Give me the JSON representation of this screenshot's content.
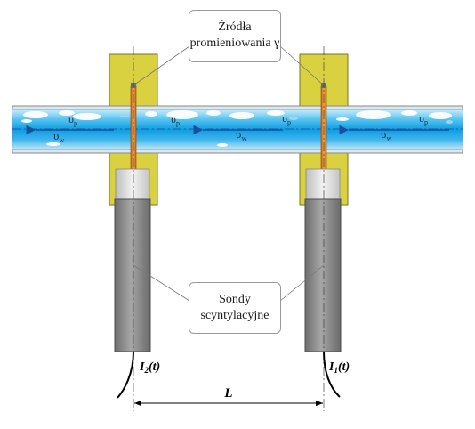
{
  "callouts": {
    "sources": {
      "line1": "Źródła",
      "line2": "promieniowania γ"
    },
    "probes": {
      "line1": "Sondy",
      "line2": "scyntylacyjne"
    }
  },
  "flow_labels": {
    "particle": "υ",
    "particle_sub": "p",
    "water": "υ",
    "water_sub": "w"
  },
  "signals": {
    "left": {
      "main": "I",
      "sub": "2",
      "tail": "(t)"
    },
    "right": {
      "main": "I",
      "sub": "1",
      "tail": "(t)"
    }
  },
  "distance_label": "L",
  "colors": {
    "pipe_water": "#1aa3e6",
    "pipe_bubbles": "#ffffff",
    "shield": "#d9d13f",
    "rod": "#e08a2a",
    "probe": "#8c8c8c"
  }
}
